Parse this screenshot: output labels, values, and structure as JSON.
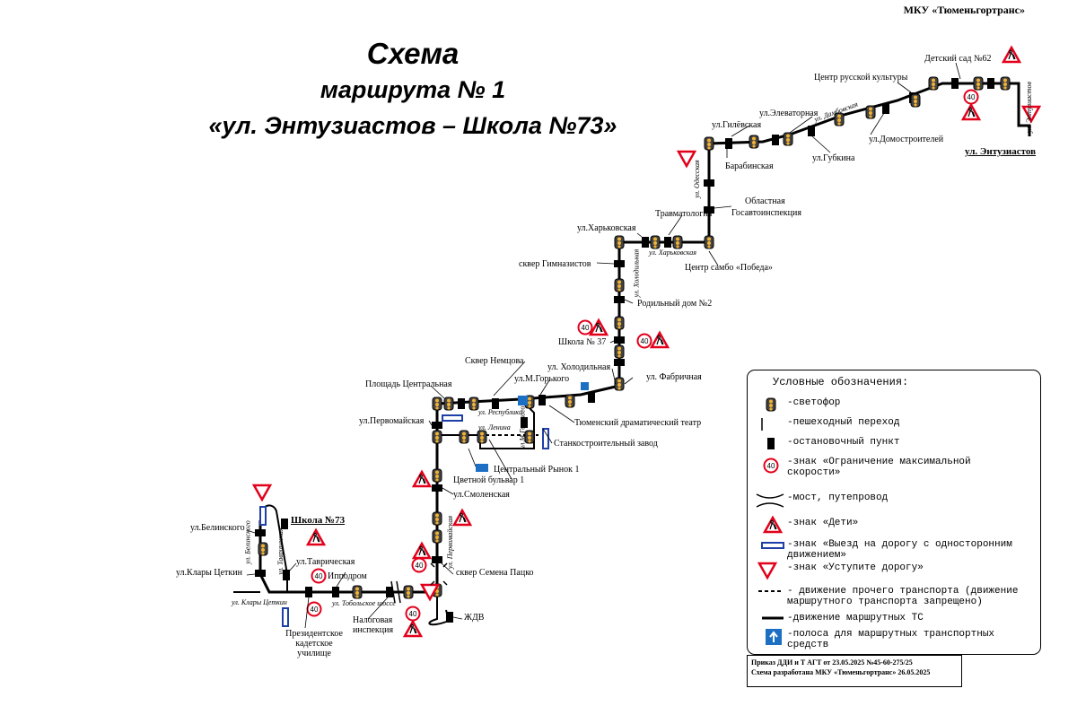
{
  "org": "МКУ «Тюменьгортранс»",
  "title": {
    "line1": "Схема",
    "line2": "маршрута № 1",
    "line3": "«ул. Энтузиастов – Школа №73»"
  },
  "stops": [
    "Детский сад №62",
    "Центр русской культуры",
    "ул.Элеваторная",
    "ул.Гилёвская",
    "ул.Домостроителей",
    "ул.Губкина",
    "Барабинская",
    "ул. Энтузиастов",
    "Областная",
    "Госавтоинспекция",
    "Травматология",
    "ул.Харьковская",
    "Центр самбо «Победа»",
    "сквер Гимназистов",
    "Родильный дом №2",
    "Школа № 37",
    "Сквер Немцова",
    "ул. Холодильная",
    "Площадь Центральная",
    "ул.М.Горького",
    "ул. Фабричная",
    "ул.Первомайская",
    "Тюменский драматический театр",
    "Станкостроительный завод",
    "Центральный Рынок 1",
    "Цветной бульвар 1",
    "ул.Смоленская",
    "Школа №73",
    "ул.Белинского",
    "ул.Таврическая",
    "ул.Клары Цеткин",
    "Ипподром",
    "сквер Семена Пацко",
    "Президентское",
    "кадетское",
    "училище",
    "Налоговая",
    "инспекция",
    "ЖДВ"
  ],
  "streets": [
    "ул. Дамбовская",
    "ул. Энтузиастов",
    "ул. Одесская",
    "ул. Харьковская",
    "ул. Холодильная",
    "ул. Республики",
    "ул. Ленина",
    "ул.М.Горького",
    "ул. Первомайская",
    "ул. Белинского",
    "ул. Таврическая",
    "ул. Клары Цеткин",
    "ул. Тобольское шоссе"
  ],
  "speed_limit": "40",
  "legend": {
    "title": "Условные обозначения:",
    "items": [
      "-светофор",
      "-пешеходный переход",
      "-остановочный пункт",
      "-знак «Ограничение максимальной скорости»",
      "-мост, путепровод",
      "-знак «Дети»",
      "-знак «Выезд на дорогу с односторонним движением»",
      "-знак «Уступите дорогу»",
      "- движение прочего транспорта (движение маршрутного транспорта запрещено)",
      "-движение маршрутных ТС",
      "-полоса для маршрутных транспортных средств"
    ]
  },
  "footer": {
    "line1": "Приказ ДДИ и Т АГТ от 23.05.2025 №45-60-275/25",
    "line2": "Схема разработана МКУ «Тюменьгортранс» 26.05.2025"
  },
  "colors": {
    "route": "#000000",
    "sign_red": "#e3001b",
    "bus_lane_blue": "#1d6fc4",
    "oneway_blue": "#1f3fa8"
  }
}
